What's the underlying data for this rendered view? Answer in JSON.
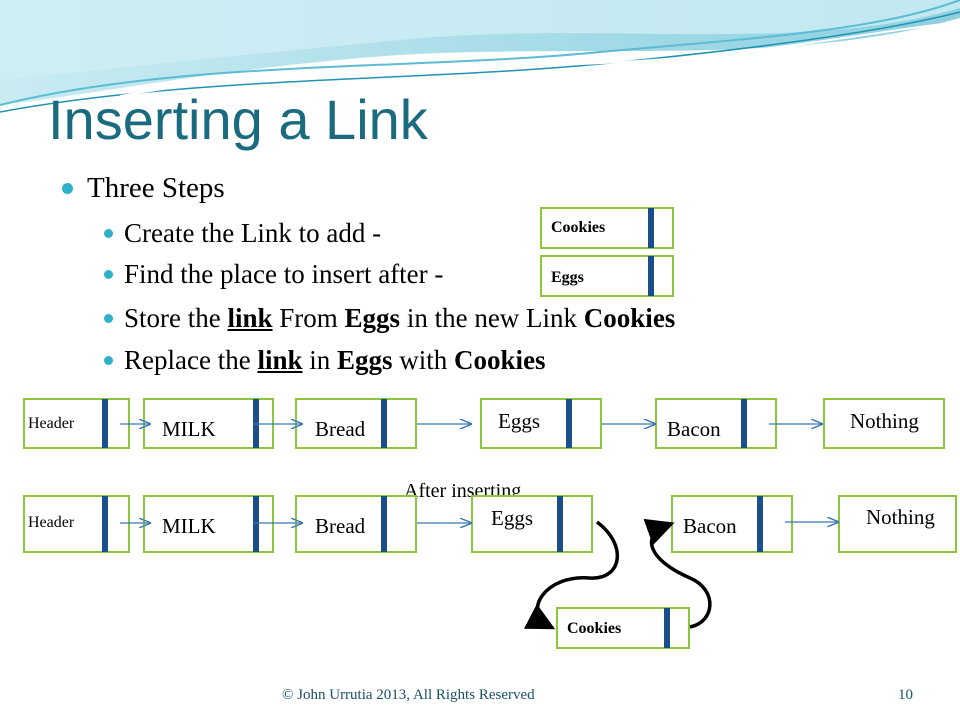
{
  "title": "Inserting a Link",
  "bullets": {
    "level1": "Three Steps",
    "step1": "Create the Link to add -",
    "step2": "Find the place to insert after -",
    "step3": {
      "a": "Store the ",
      "b": "link",
      "c": " From ",
      "d": "Eggs",
      "e": " in the new Link ",
      "f": "Cookies"
    },
    "step4": {
      "a": "Replace the ",
      "b": "link",
      "c": " in ",
      "d": "Eggs",
      "e": " with ",
      "f": "Cookies"
    }
  },
  "sample_nodes": {
    "cookies": "Cookies",
    "eggs": "Eggs"
  },
  "list_before": [
    "Header",
    "MILK",
    "Bread",
    "Eggs",
    "Bacon",
    "Nothing"
  ],
  "after_caption": "After inserting",
  "list_after": [
    "Header",
    "MILK",
    "Bread",
    "Eggs",
    "Bacon",
    "Nothing"
  ],
  "inserted_node": "Cookies",
  "footer": "© John Urrutia 2013, All Rights Reserved",
  "page_number": "10",
  "colors": {
    "title": "#1a6b80",
    "bullet": "#2eb0c8",
    "node_border": "#8cc63f",
    "node_bar": "#1a4f8a",
    "arrow": "#3c78b4"
  }
}
